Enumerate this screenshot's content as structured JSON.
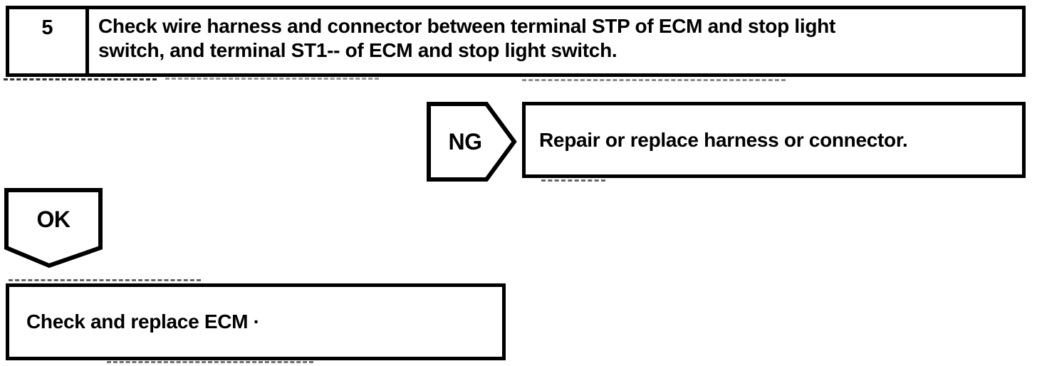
{
  "colors": {
    "ink": "#000000",
    "paper": "#ffffff"
  },
  "flowchart": {
    "step_box": {
      "number": "5",
      "line1": "Check wire harness and connector between terminal STP of ECM and stop light",
      "line2": "switch, and terminal ST1-- of ECM and stop light switch."
    },
    "ng_branch": {
      "label": "NG",
      "action": "Repair or replace harness or connector."
    },
    "ok_branch": {
      "label": "OK",
      "action": "Check and replace ECM ·"
    }
  }
}
